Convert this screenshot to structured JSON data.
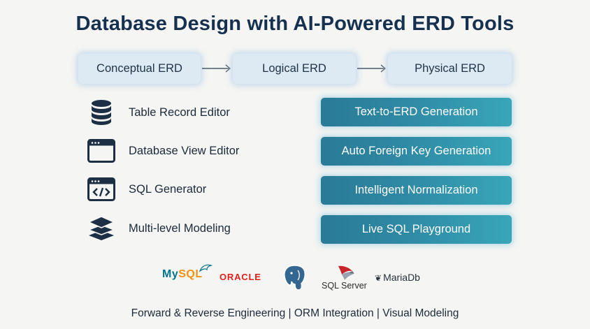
{
  "title": "Database Design with AI-Powered ERD Tools",
  "workflow": {
    "stages": [
      "Conceptual ERD",
      "Logical ERD",
      "Physical ERD"
    ]
  },
  "features": [
    {
      "label": "Table Record Editor",
      "icon": "database-icon"
    },
    {
      "label": "Database View Editor",
      "icon": "window-icon"
    },
    {
      "label": "SQL Generator",
      "icon": "code-window-icon"
    },
    {
      "label": "Multi-level Modeling",
      "icon": "layers-icon"
    }
  ],
  "ai_features": [
    "Text-to-ERD Generation",
    "Auto Foreign Key Generation",
    "Intelligent Normalization",
    "Live SQL Playground"
  ],
  "databases": {
    "mysql": {
      "my": "My",
      "sql": "SQL"
    },
    "oracle": "ORACLE",
    "postgresql": "postgresql-elephant-logo",
    "sqlserver": "SQL Server",
    "mariadb": "MariaDb"
  },
  "colors": {
    "title": "#16304f",
    "stage_bg": "#dde9f3",
    "button_gradient_start": "#2a7a96",
    "button_gradient_end": "#38a6b9",
    "icon": "#1c2f45",
    "background": "#f5f5f3"
  },
  "footer": "Forward & Reverse Engineering | ORM Integration | Visual Modeling"
}
